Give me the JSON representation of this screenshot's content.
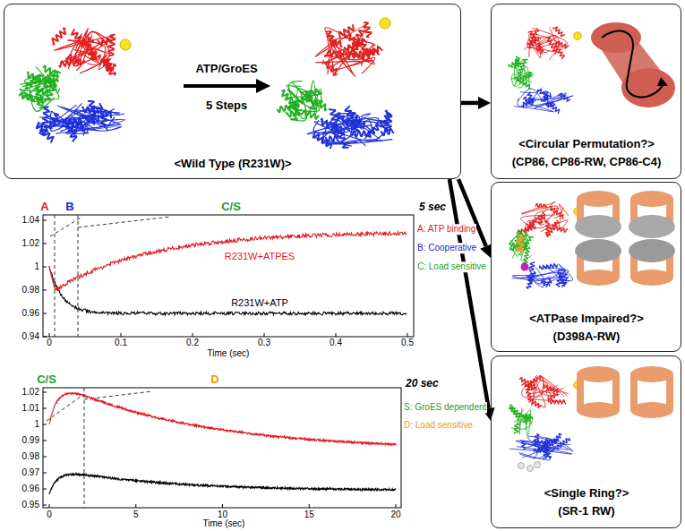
{
  "diagram": {
    "nodes": [
      {
        "text": [
          "ATP/GroES",
          "5 Steps",
          "<Wild Type (R231W)>"
        ]
      },
      {
        "text": [
          "<Circular Permutation?>",
          "(CP86, CP86-RW, CP86-C4)"
        ]
      },
      {
        "text": [
          "<ATPase Impaired?>",
          "(D398A-RW)"
        ]
      },
      {
        "text": [
          "<Single Ring?>",
          "(SR-1 RW)"
        ]
      }
    ],
    "edges": [
      {
        "from": 0,
        "to": 1,
        "arrow": "to"
      },
      {
        "from": 0,
        "to": 2,
        "arrow": "to"
      },
      {
        "from": 0,
        "to": 3,
        "arrow": "to"
      }
    ],
    "labels": [
      "A",
      "B",
      "C/S",
      "5 sec",
      "R231W+ATPES",
      "R231W+ATP",
      "A: ATP binding",
      "B: Cooperative",
      "C: Load sensitive",
      "1.04",
      "1.02",
      "1",
      "0.98",
      "0.96",
      "0.94",
      "0",
      "0.1",
      "0.2",
      "0.3",
      "0.4",
      "0.5",
      "Time (sec)",
      "C/S",
      "D",
      "20 sec",
      "S: GroES dependent",
      "D: Load sensitive",
      "1.02",
      "1.01",
      "1",
      "0.99",
      "0.98",
      "0.97",
      "0.96",
      "0.95",
      "0",
      "5",
      "10",
      "15",
      "20",
      "Time (sec)"
    ]
  }
}
